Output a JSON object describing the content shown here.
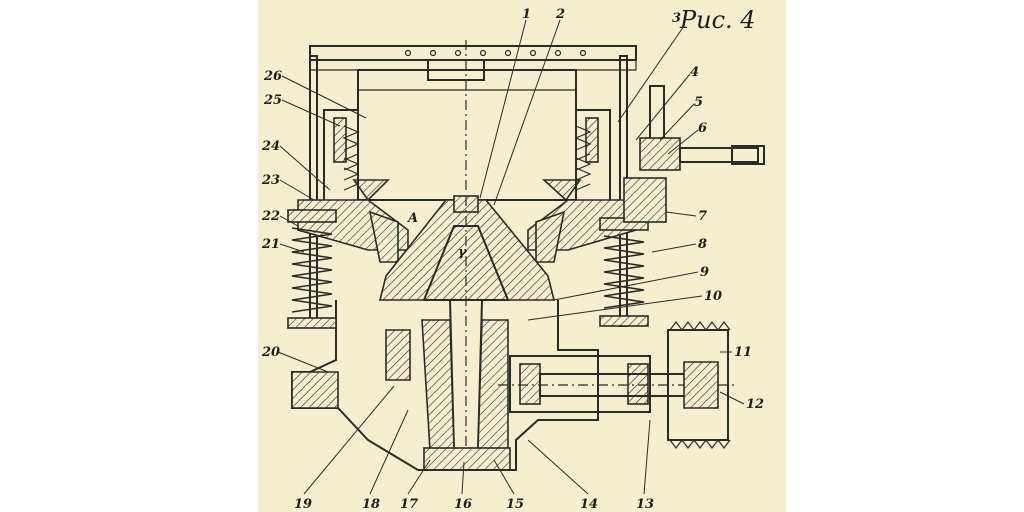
{
  "figure_title": "Рис. 4",
  "callouts": [
    "1",
    "2",
    "3",
    "4",
    "5",
    "6",
    "7",
    "8",
    "9",
    "10",
    "11",
    "12",
    "13",
    "14",
    "15",
    "16",
    "17",
    "18",
    "19",
    "20",
    "21",
    "22",
    "23",
    "24",
    "25",
    "26"
  ],
  "markers": {
    "zone": "A",
    "angle": "γ"
  },
  "colors": {
    "paper": "#f6efcf",
    "ink": "#2a2a2a"
  }
}
